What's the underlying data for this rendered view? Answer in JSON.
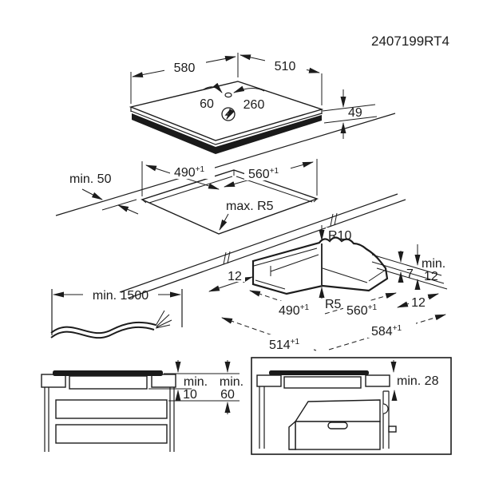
{
  "doc_number": "2407199RT4",
  "colors": {
    "line": "#1c1c1c",
    "dark_fill": "#1a1a1a",
    "background": "#ffffff"
  },
  "top_view": {
    "width": "580",
    "depth": "510",
    "cable_offset_left": "60",
    "cable_offset_right": "260",
    "height": "49",
    "power_symbol": "lightning-in-circle"
  },
  "cutout_view": {
    "wall_clearance": "min. 50",
    "cutout_depth": "490",
    "cutout_depth_sup": "+1",
    "cutout_width": "560",
    "cutout_width_sup": "+1",
    "corner_radius": "max. R5"
  },
  "corner_view": {
    "top_radius": "R10",
    "left_offset": "12",
    "profile_height": "7",
    "min_label": "min.",
    "min_value": "12",
    "inner_radius": "R5",
    "cutout_depth": "490",
    "cutout_depth_sup": "+1",
    "cutout_width": "560",
    "cutout_width_sup": "+1",
    "right_offset": "12",
    "overall_depth": "514",
    "overall_depth_sup": "+1",
    "overall_width": "584",
    "overall_width_sup": "+1"
  },
  "cable_view": {
    "length": "min. 1500"
  },
  "clearance_view": {
    "min_label_1": "min.",
    "value_1": "10",
    "min_label_2": "min.",
    "value_2": "60"
  },
  "oven_view": {
    "clearance": "min. 28"
  }
}
